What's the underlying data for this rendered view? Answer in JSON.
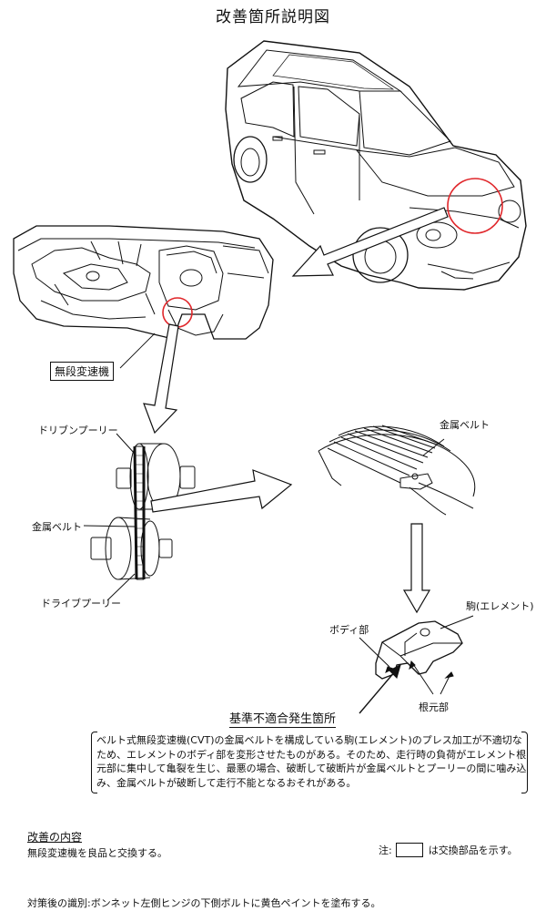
{
  "title": "改善箇所説明図",
  "labels": {
    "cvt": "無段変速機",
    "driven_pulley": "ドリブンプーリー",
    "metal_belt_left": "金属ベルト",
    "drive_pulley": "ドライブプーリー",
    "metal_belt_right": "金属ベルト",
    "element": "駒(エレメント)",
    "body_part": "ボディ部",
    "root_part": "根元部"
  },
  "nonconformity": {
    "title": "基準不適合発生箇所",
    "description": "ベルト式無段変速機(CVT)の金属ベルトを構成している駒(エレメント)のプレス加工が不適切なため、エレメントのボディ部を変形させたものがある。そのため、走行時の負荷がエレメント根元部に集中して亀裂を生じ、最悪の場合、破断して破断片が金属ベルトとプーリーの間に噛み込み、金属ベルトが破断して走行不能となるおそれがある。"
  },
  "improvement": {
    "heading": "改善の内容",
    "text": "無段変速機を良品と交換する。"
  },
  "note": {
    "prefix": "注:",
    "suffix": "は交換部品を示す。"
  },
  "identification": "対策後の識別:ボンネット左側ヒンジの下側ボルトに黄色ペイントを塗布する。",
  "colors": {
    "highlight_circle": "#e0262a",
    "line": "#111111"
  }
}
